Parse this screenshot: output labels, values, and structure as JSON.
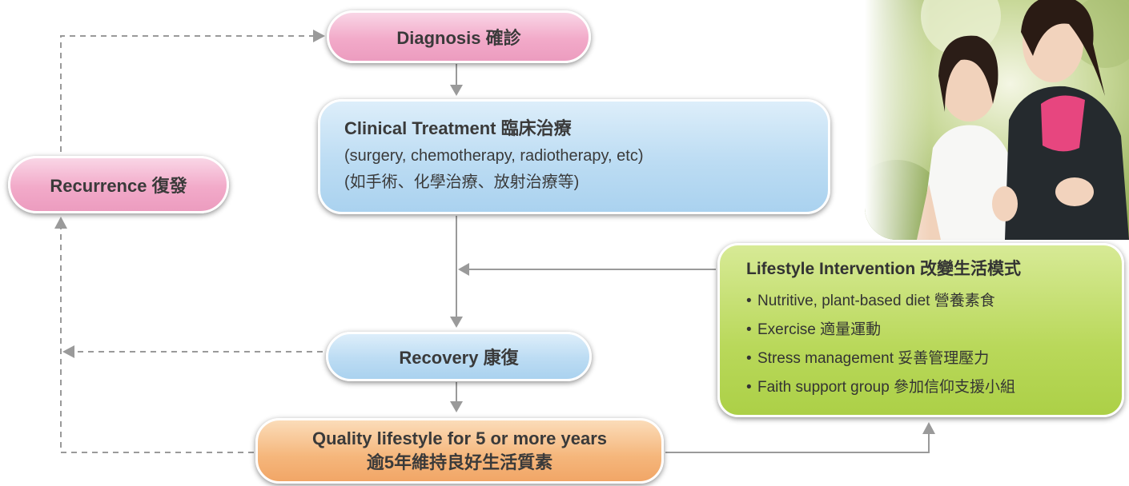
{
  "nodes": {
    "diagnosis": {
      "label": "Diagnosis 確診"
    },
    "recurrence": {
      "label": "Recurrence 復發"
    },
    "clinical_treatment": {
      "title": "Clinical Treatment 臨床治療",
      "line1": "(surgery, chemotherapy, radiotherapy, etc)",
      "line2": "(如手術、化學治療、放射治療等)"
    },
    "recovery": {
      "label": "Recovery 康復"
    },
    "quality_lifestyle": {
      "line1": "Quality lifestyle for 5 or more years",
      "line2": "逾5年維持良好生活質素"
    },
    "lifestyle_intervention": {
      "title": "Lifestyle Intervention 改變生活模式",
      "items": [
        "Nutritive, plant-based diet 營養素食",
        "Exercise 適量運動",
        "Stress management 妥善管理壓力",
        "Faith support group 參加信仰支援小組"
      ]
    }
  },
  "colors": {
    "pink": "#f2aac9",
    "blue": "#bcdcf3",
    "orange": "#f5b67b",
    "green": "#b9d85a",
    "connector": "#9a9a9a"
  },
  "photo": {
    "icon": "women-jogging-photo"
  }
}
